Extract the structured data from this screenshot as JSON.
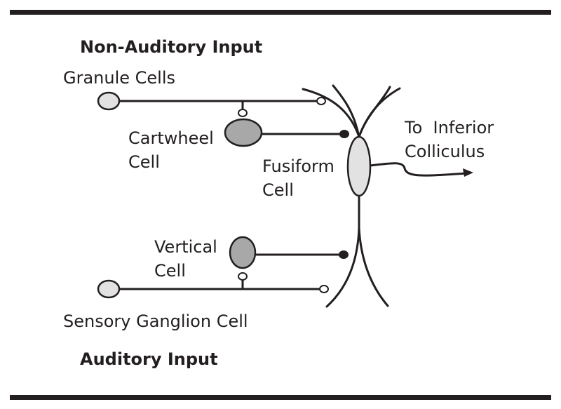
{
  "headings": {
    "non_auditory": "Non-Auditory Input",
    "auditory": "Auditory Input"
  },
  "labels": {
    "granule": "Granule Cells",
    "cartwheel": "Cartwheel\nCell",
    "fusiform": "Fusiform\nCell",
    "to_ic": "To  Inferior\nColliculus",
    "vertical": "Vertical\nCell",
    "ganglion": "Sensory Ganglion Cell"
  },
  "colors": {
    "line": "#231f20",
    "light_cell": "#e2e2e2",
    "dark_cell": "#a8a8a8"
  }
}
